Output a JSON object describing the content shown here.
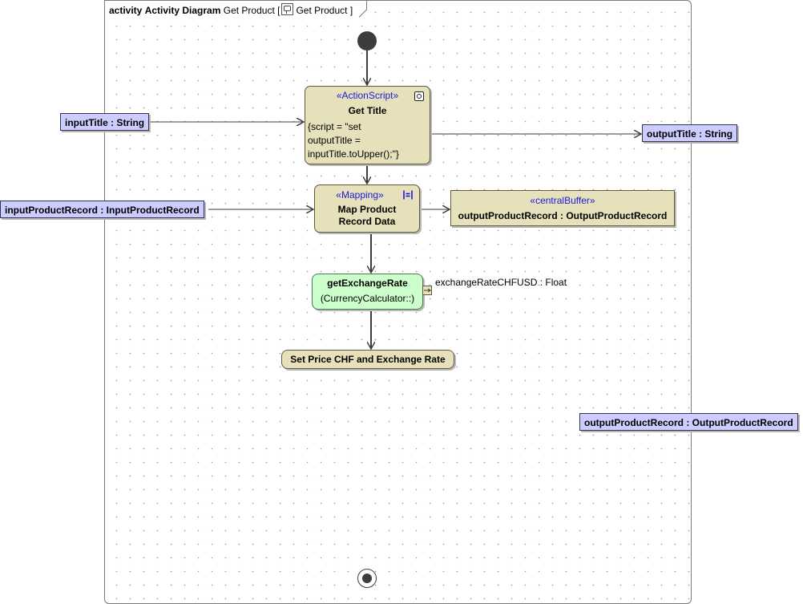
{
  "frame": {
    "keyword": "activity",
    "name": "Activity Diagram",
    "owner_prefix": "Get Product [",
    "owner_icon": "activity-icon",
    "owner_name": "Get Product",
    "owner_suffix": "]"
  },
  "parameters": {
    "input_title": "inputTitle : String",
    "input_product_record": "inputProductRecord : InputProductRecord",
    "output_title": "outputTitle : String",
    "output_product_record": "outputProductRecord : OutputProductRecord"
  },
  "actions": {
    "get_title": {
      "stereotype": "«ActionScript»",
      "name": "Get Title",
      "script": "{script = \"set\noutputTitle =\ninputTitle.toUpper();\"}",
      "icon": "gear-icon"
    },
    "map_product": {
      "stereotype": "«Mapping»",
      "name": "Map Product\nRecord Data",
      "icon": "mapping-icon"
    },
    "get_exchange_rate": {
      "name": "getExchangeRate",
      "owner": "(CurrencyCalculator::)",
      "output_pin": "exchangeRateCHFUSD : Float"
    },
    "set_price": {
      "name": "Set Price CHF and Exchange Rate"
    }
  },
  "central_buffer": {
    "stereotype": "«centralBuffer»",
    "name": "outputProductRecord : OutputProductRecord"
  },
  "colors": {
    "parameter_fill": "#ccccff",
    "action_fill": "#e6e1bb",
    "call_action_fill": "#ccffcc",
    "stereotype_text": "#1a1adb",
    "node_dark": "#3d3d3d"
  }
}
